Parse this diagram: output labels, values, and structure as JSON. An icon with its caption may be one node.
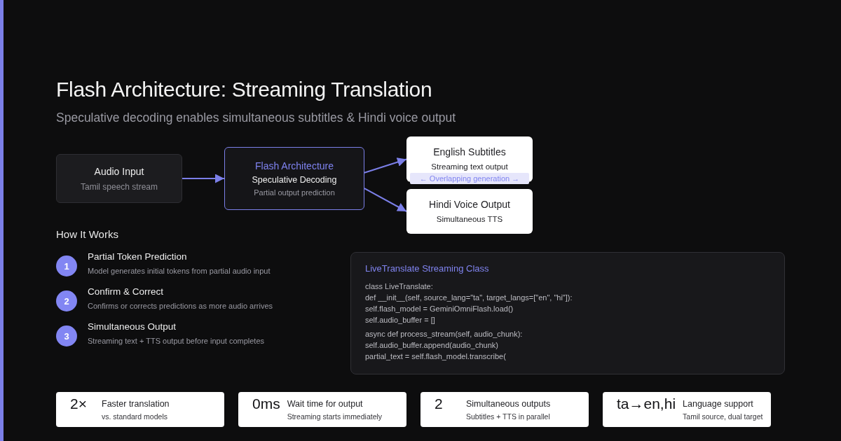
{
  "diagram": {
    "title": "Flash Architecture: Streaming Translation",
    "nodes": [
      {
        "text": [
          "Audio Input",
          "Tamil speech stream"
        ]
      },
      {
        "text": [
          "Flash Architecture",
          "Speculative Decoding",
          "Partial output prediction"
        ]
      },
      {
        "text": [
          "English Subtitles",
          "Streaming text output"
        ]
      },
      {
        "text": [
          "Hindi Voice Output",
          "Simultaneous TTS"
        ]
      },
      {
        "text": [
          "← Overlapping generation →"
        ]
      },
      {
        "text": [
          "1"
        ],
        "beside": [
          "Partial Token Prediction",
          "Model generates initial tokens from partial audio input"
        ]
      },
      {
        "text": [
          "2"
        ],
        "beside": [
          "Confirm & Correct",
          "Confirms or corrects predictions as more audio arrives"
        ]
      },
      {
        "text": [
          "3"
        ],
        "beside": [
          "Simultaneous Output",
          "Streaming text + TTS output before input completes"
        ]
      },
      {
        "text": [
          "LiveTranslate Streaming Class",
          "class LiveTranslate:",
          "def __init__(self, source_lang=\"ta\", target_langs=[\"en\", \"hi\"]):",
          "self.flash_model = GeminiOmniFlash.load()",
          "self.audio_buffer = []",
          "async def process_stream(self, audio_chunk):",
          "self.audio_buffer.append(audio_chunk)",
          "partial_text = self.flash_model.transcribe("
        ]
      },
      {
        "text": [
          "2×",
          "Faster translation",
          "vs. standard models"
        ]
      },
      {
        "text": [
          "0ms",
          "Wait time for output",
          "Streaming starts immediately"
        ]
      },
      {
        "text": [
          "2",
          "Simultaneous outputs",
          "Subtitles + TTS in parallel"
        ]
      },
      {
        "text": [
          "ta→en,hi",
          "Language support",
          "Tamil source, dual target"
        ]
      }
    ],
    "edges": [
      {
        "from": 0,
        "to": 1,
        "arrow": "to"
      },
      {
        "from": 1,
        "to": 2,
        "arrow": "to"
      },
      {
        "from": 1,
        "to": 3,
        "arrow": "to"
      }
    ],
    "labels": [
      "Speculative decoding enables simultaneous subtitles & Hindi voice output",
      "How It Works"
    ]
  }
}
